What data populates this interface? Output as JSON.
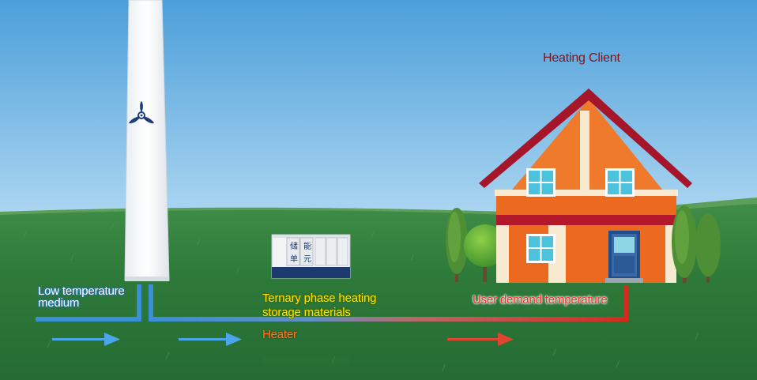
{
  "labels": {
    "heating_client": "Heating Client",
    "low_temperature_medium": "Low temperature\nmedium",
    "ternary_phase": "Ternary phase heating\nstorage materials",
    "heater": "Heater",
    "user_demand": "User demand temperature"
  },
  "storage_unit": {
    "chars": [
      "储",
      "能",
      "单",
      "元"
    ]
  },
  "colors": {
    "sky_top": "#4fa3dc",
    "sky_bottom": "#e4f2fa",
    "grass": "#2f7e3b",
    "cold_pipe": "#3a8fd6",
    "hot_pipe": "#d62a1f",
    "roof": "#a5162a",
    "wall": "#ec6a20",
    "window": "#4cc3dc"
  },
  "icons": [
    "fan-icon",
    "flow-arrow-icon"
  ]
}
